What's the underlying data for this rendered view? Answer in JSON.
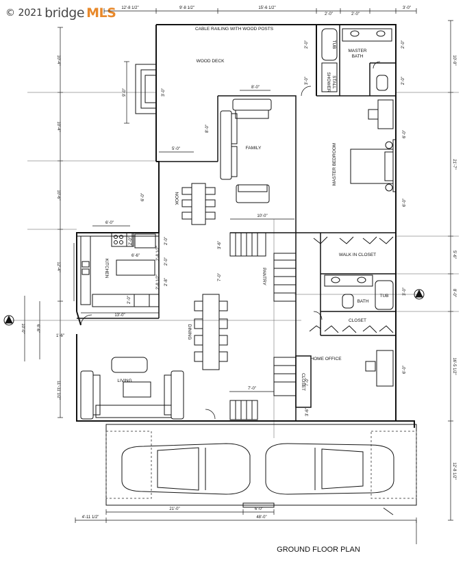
{
  "watermark": {
    "copyright": "© 2021",
    "brand": "bridge",
    "brand_accent": "MLS",
    "accent_color": "#e8892b"
  },
  "plan_title": "GROUND FLOOR PLAN",
  "rooms": {
    "wood_deck": "WOOD DECK",
    "cable_railing": "CABLE RAILING WITH WOOD POSTS",
    "family": "FAMILY",
    "nook": "NOOK",
    "kitchen": "KITCHEN",
    "dining": "DINING",
    "living": "LIVING",
    "pantry": "PANTRY",
    "master_bath_1": "MASTER",
    "master_bath_2": "BATH",
    "tub": "TUB",
    "shower_1": "SHOWER",
    "shower_2": "STALL",
    "master_bedroom": "MASTER BEDROOM",
    "walk_in_closet": "WALK IN CLOSET",
    "bath": "BATH",
    "tub2": "TUB",
    "closet": "CLOSET",
    "home_office": "HOME OFFICE",
    "closet_small": "CLOSET"
  },
  "dimensions": {
    "top_1": "12'-8 1/2\"",
    "top_2": "9'-8 1/2\"",
    "top_3": "15'-6 1/2\"",
    "top_4": "2'-0\"",
    "top_5": "2'-0\"",
    "top_6": "3'-0\"",
    "left_1": "10'-4\"",
    "left_2": "10'-4\"",
    "left_3": "10'-6\"",
    "left_4": "12'-4\"",
    "left_5": "10'-0\"",
    "left_6": "6'-6\"",
    "left_7": "1'-6\"",
    "left_8": "11'-11 1/2\"",
    "right_1": "10'-9\"",
    "right_2": "21'-7\"",
    "right_3": "5'-6\"",
    "right_4": "8'-0\"",
    "right_5": "16'-5 1/2\"",
    "right_6": "12'-8 1/2\"",
    "bottom_1": "21'-0\"",
    "bottom_2": "6'-0\"",
    "bottom_3": "48'-0\"",
    "bottom_4": "4'-11 1/2\"",
    "fireplace_1": "9'-0\"",
    "fireplace_2": "3'-0\"",
    "family_top": "8'-0\"",
    "family_side": "8'-0\"",
    "nook_top": "5'-0\"",
    "nook_side": "6'-0\"",
    "kitchen_top": "6'-0\"",
    "kitchen_island": "6'-6\"",
    "kitchen_1": "2'-0\"",
    "kitchen_2": "2'-0\"",
    "kitchen_3": "2'-0\"",
    "kitchen_4": "2'-8 1/2\"",
    "kitchen_5": "2'-8 1/2\"",
    "kitchen_6": "2'-8\"",
    "kitchen_7": "2'-0\"",
    "stair_top": "10'-0\"",
    "stair_side_1": "3'-6\"",
    "stair_side_2": "7'-0\"",
    "living_top": "13'-0\"",
    "stair_bottom": "7'-0\"",
    "stair_bottom_side": "3'-6\"",
    "closet_side": "7'-0\"",
    "bath_1": "2'-0\"",
    "bath_2": "2'-0\"",
    "bath_3": "2'-0\"",
    "bath_4": "3'-0\"",
    "bed_1": "6'-0\"",
    "bed_2": "6'-0\"",
    "office": "6'-0\"",
    "bath2": "3'-0\""
  }
}
